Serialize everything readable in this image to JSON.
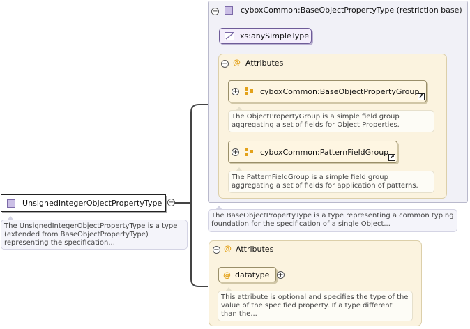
{
  "root": {
    "label": "UnsignedIntegerObjectPropertyType",
    "doc": "The UnsignedIntegerObjectPropertyType is a type (extended from BaseObjectPropertyType) representing the specification..."
  },
  "base_type": {
    "header": "cyboxCommon:BaseObjectPropertyType (restriction base)",
    "simple_type": "xs:anySimpleType",
    "attributes_label": "Attributes",
    "groups": [
      {
        "label": "cyboxCommon:BaseObjectPropertyGroup",
        "doc": "The ObjectPropertyGroup is a simple field group aggregating a set of fields for Object Properties."
      },
      {
        "label": "cyboxCommon:PatternFieldGroup",
        "doc": "The PatternFieldGroup is a simple field group aggregating a set of fields for application of patterns."
      }
    ],
    "doc": "The BaseObjectPropertyType is a type representing a common typing foundation for the specification of a single Object..."
  },
  "own_attributes": {
    "label": "Attributes",
    "attribute": {
      "label": "datatype",
      "doc": "This attribute is optional and specifies the type of the value of the specified property. If a type different than the..."
    }
  },
  "glyphs": {
    "collapse": "−",
    "expand": "+",
    "at": "@",
    "link": "↗"
  },
  "colors": {
    "type_square": "#cbbfe6",
    "attribute_accent": "#e3a21a",
    "panel_bg": "#fbf3df",
    "base_bg": "#f1f1f7"
  }
}
